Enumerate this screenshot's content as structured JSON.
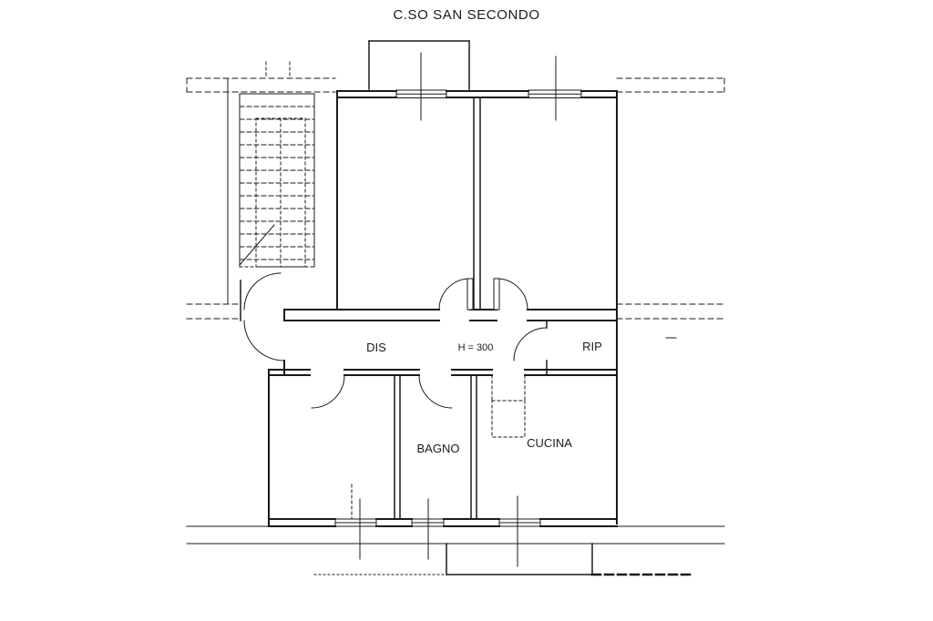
{
  "title": "C.SO SAN SECONDO",
  "plan": {
    "labels": {
      "corridor": "DIS",
      "height_note": "H = 300",
      "storage": "RIP",
      "bathroom": "BAGNO",
      "kitchen": "CUCINA"
    }
  },
  "colors": {
    "line": "#1a1a1a",
    "background": "#ffffff"
  }
}
